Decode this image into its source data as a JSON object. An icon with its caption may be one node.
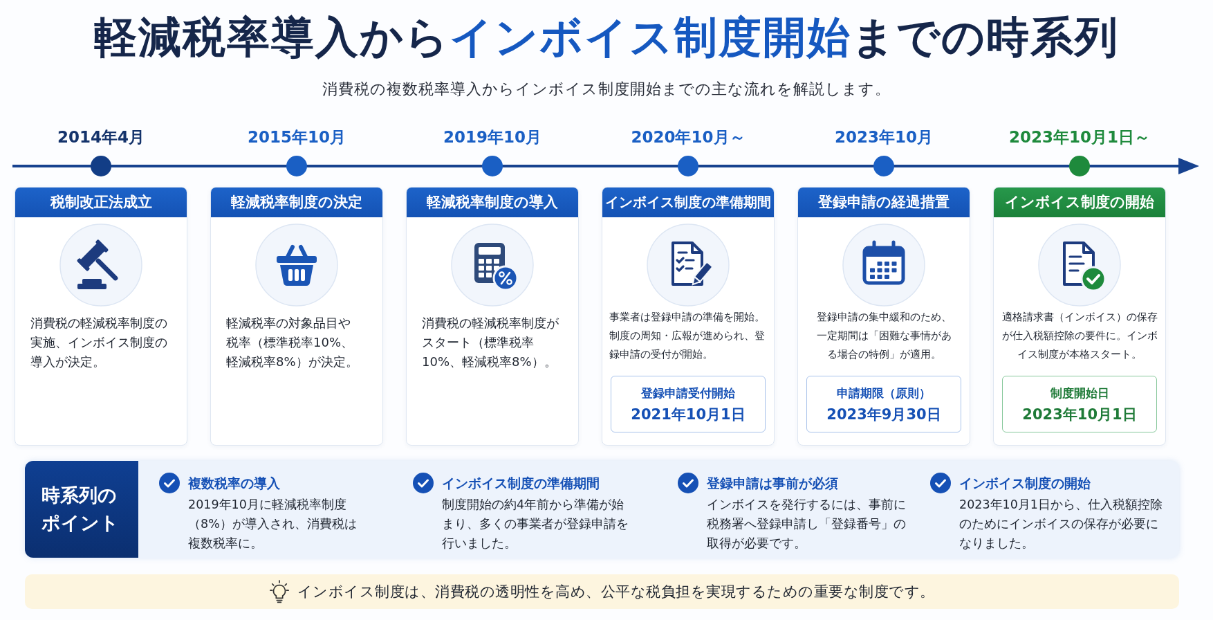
{
  "diagram": {
    "title": "軽減税率導入から**インボイス制度開始**までの時系列",
    "nodes": [
      {
        "text": [
          "税制改正法成立",
          "消費税の軽減税率制度の実施、インボイス制度の導入が決定。"
        ],
        "beside": [
          "2014年4月"
        ]
      },
      {
        "text": [
          "軽減税率制度の決定",
          "軽減税率の対象品目や税率（標準税率10%、軽減税率8%）が決定。"
        ],
        "beside": [
          "2015年10月"
        ]
      },
      {
        "text": [
          "軽減税率制度の導入",
          "消費税の軽減税率制度がスタート（標準税率10%、軽減税率8%）。"
        ],
        "beside": [
          "2019年10月"
        ]
      },
      {
        "text": [
          "インボイス制度の準備期間",
          "事業者は登録申請の準備を開始。制度の周知・広報が進められ、登録申請の受付が開始。"
        ],
        "beside": [
          "2020年10月～"
        ]
      },
      {
        "text": [
          "登録申請受付開始",
          "2021年10月1日"
        ],
        "in": 3
      },
      {
        "text": [
          "登録申請の経過措置",
          "登録申請の集中緩和のため、一定期間は「困難な事情がある場合の特例」が適用。"
        ],
        "beside": [
          "2023年10月"
        ]
      },
      {
        "text": [
          "申請期限（原則）",
          "2023年9月30日"
        ],
        "in": 5
      },
      {
        "text": [
          "インボイス制度の開始",
          "適格請求書（インボイス）の保存が仕入税額控除の要件に。インボイス制度が本格スタート。"
        ],
        "beside": [
          "2023年10月1日～"
        ]
      },
      {
        "text": [
          "制度開始日",
          "2023年10月1日"
        ],
        "in": 7
      },
      {
        "text": [
          "時系列のポイント",
          "複数税率の導入",
          "2019年10月に軽減税率制度（8%）が導入され、消費税は複数税率に。",
          "インボイス制度の準備期間",
          "制度開始の約4年前から準備が始まり、多くの事業者が登録申請を行いました。",
          "登録申請は事前が必須",
          "インボイスを発行するには、事前に税務署へ登録申請し「登録番号」の取得が必要です。",
          "インボイス制度の開始",
          "2023年10月1日から、仕入税額控除のためにインボイスの保存が必要になりました。"
        ]
      },
      {
        "text": [
          "インボイス制度は、消費税の透明性を高め、公平な税負担を実現するための重要な制度です。"
        ]
      }
    ],
    "labels": [
      "消費税の複数税率導入からインボイス制度開始までの主な流れを解説します。"
    ]
  }
}
